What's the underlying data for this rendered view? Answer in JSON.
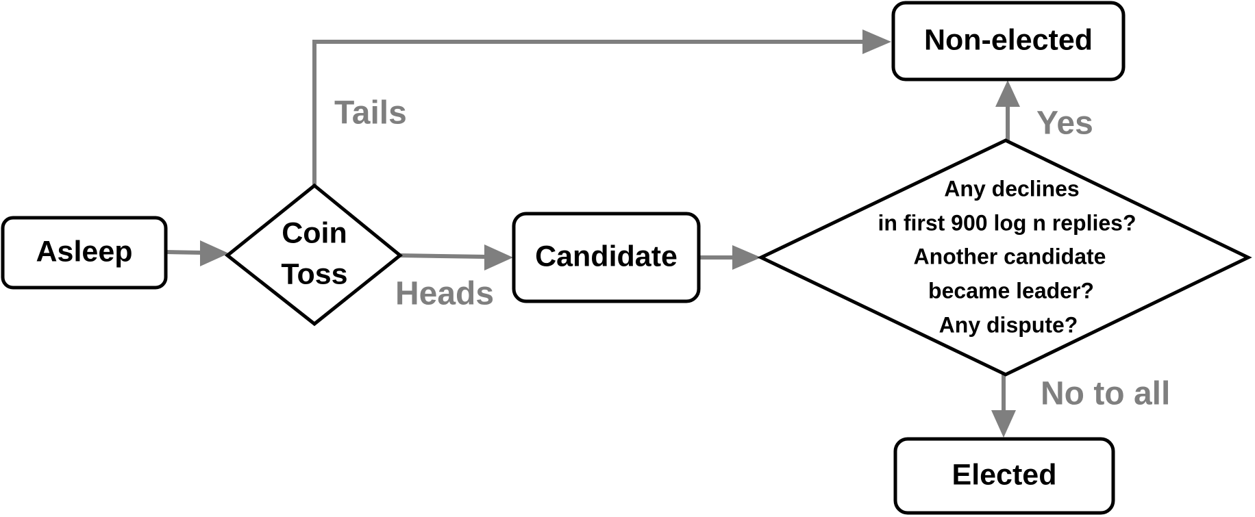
{
  "nodes": {
    "asleep": "Asleep",
    "coin_toss": [
      "Coin",
      "Toss"
    ],
    "candidate": "Candidate",
    "non_elected": "Non-elected",
    "elected": "Elected",
    "decision": [
      "Any declines",
      "in first 900 log n replies?",
      "Another candidate",
      "became leader?",
      "Any dispute?"
    ]
  },
  "edges": {
    "tails": "Tails",
    "heads": "Heads",
    "yes": "Yes",
    "no_to_all": "No to all"
  },
  "colors": {
    "node_stroke": "#000000",
    "edge": "#7f7f7f",
    "edge_label": "#7f7f7f"
  }
}
